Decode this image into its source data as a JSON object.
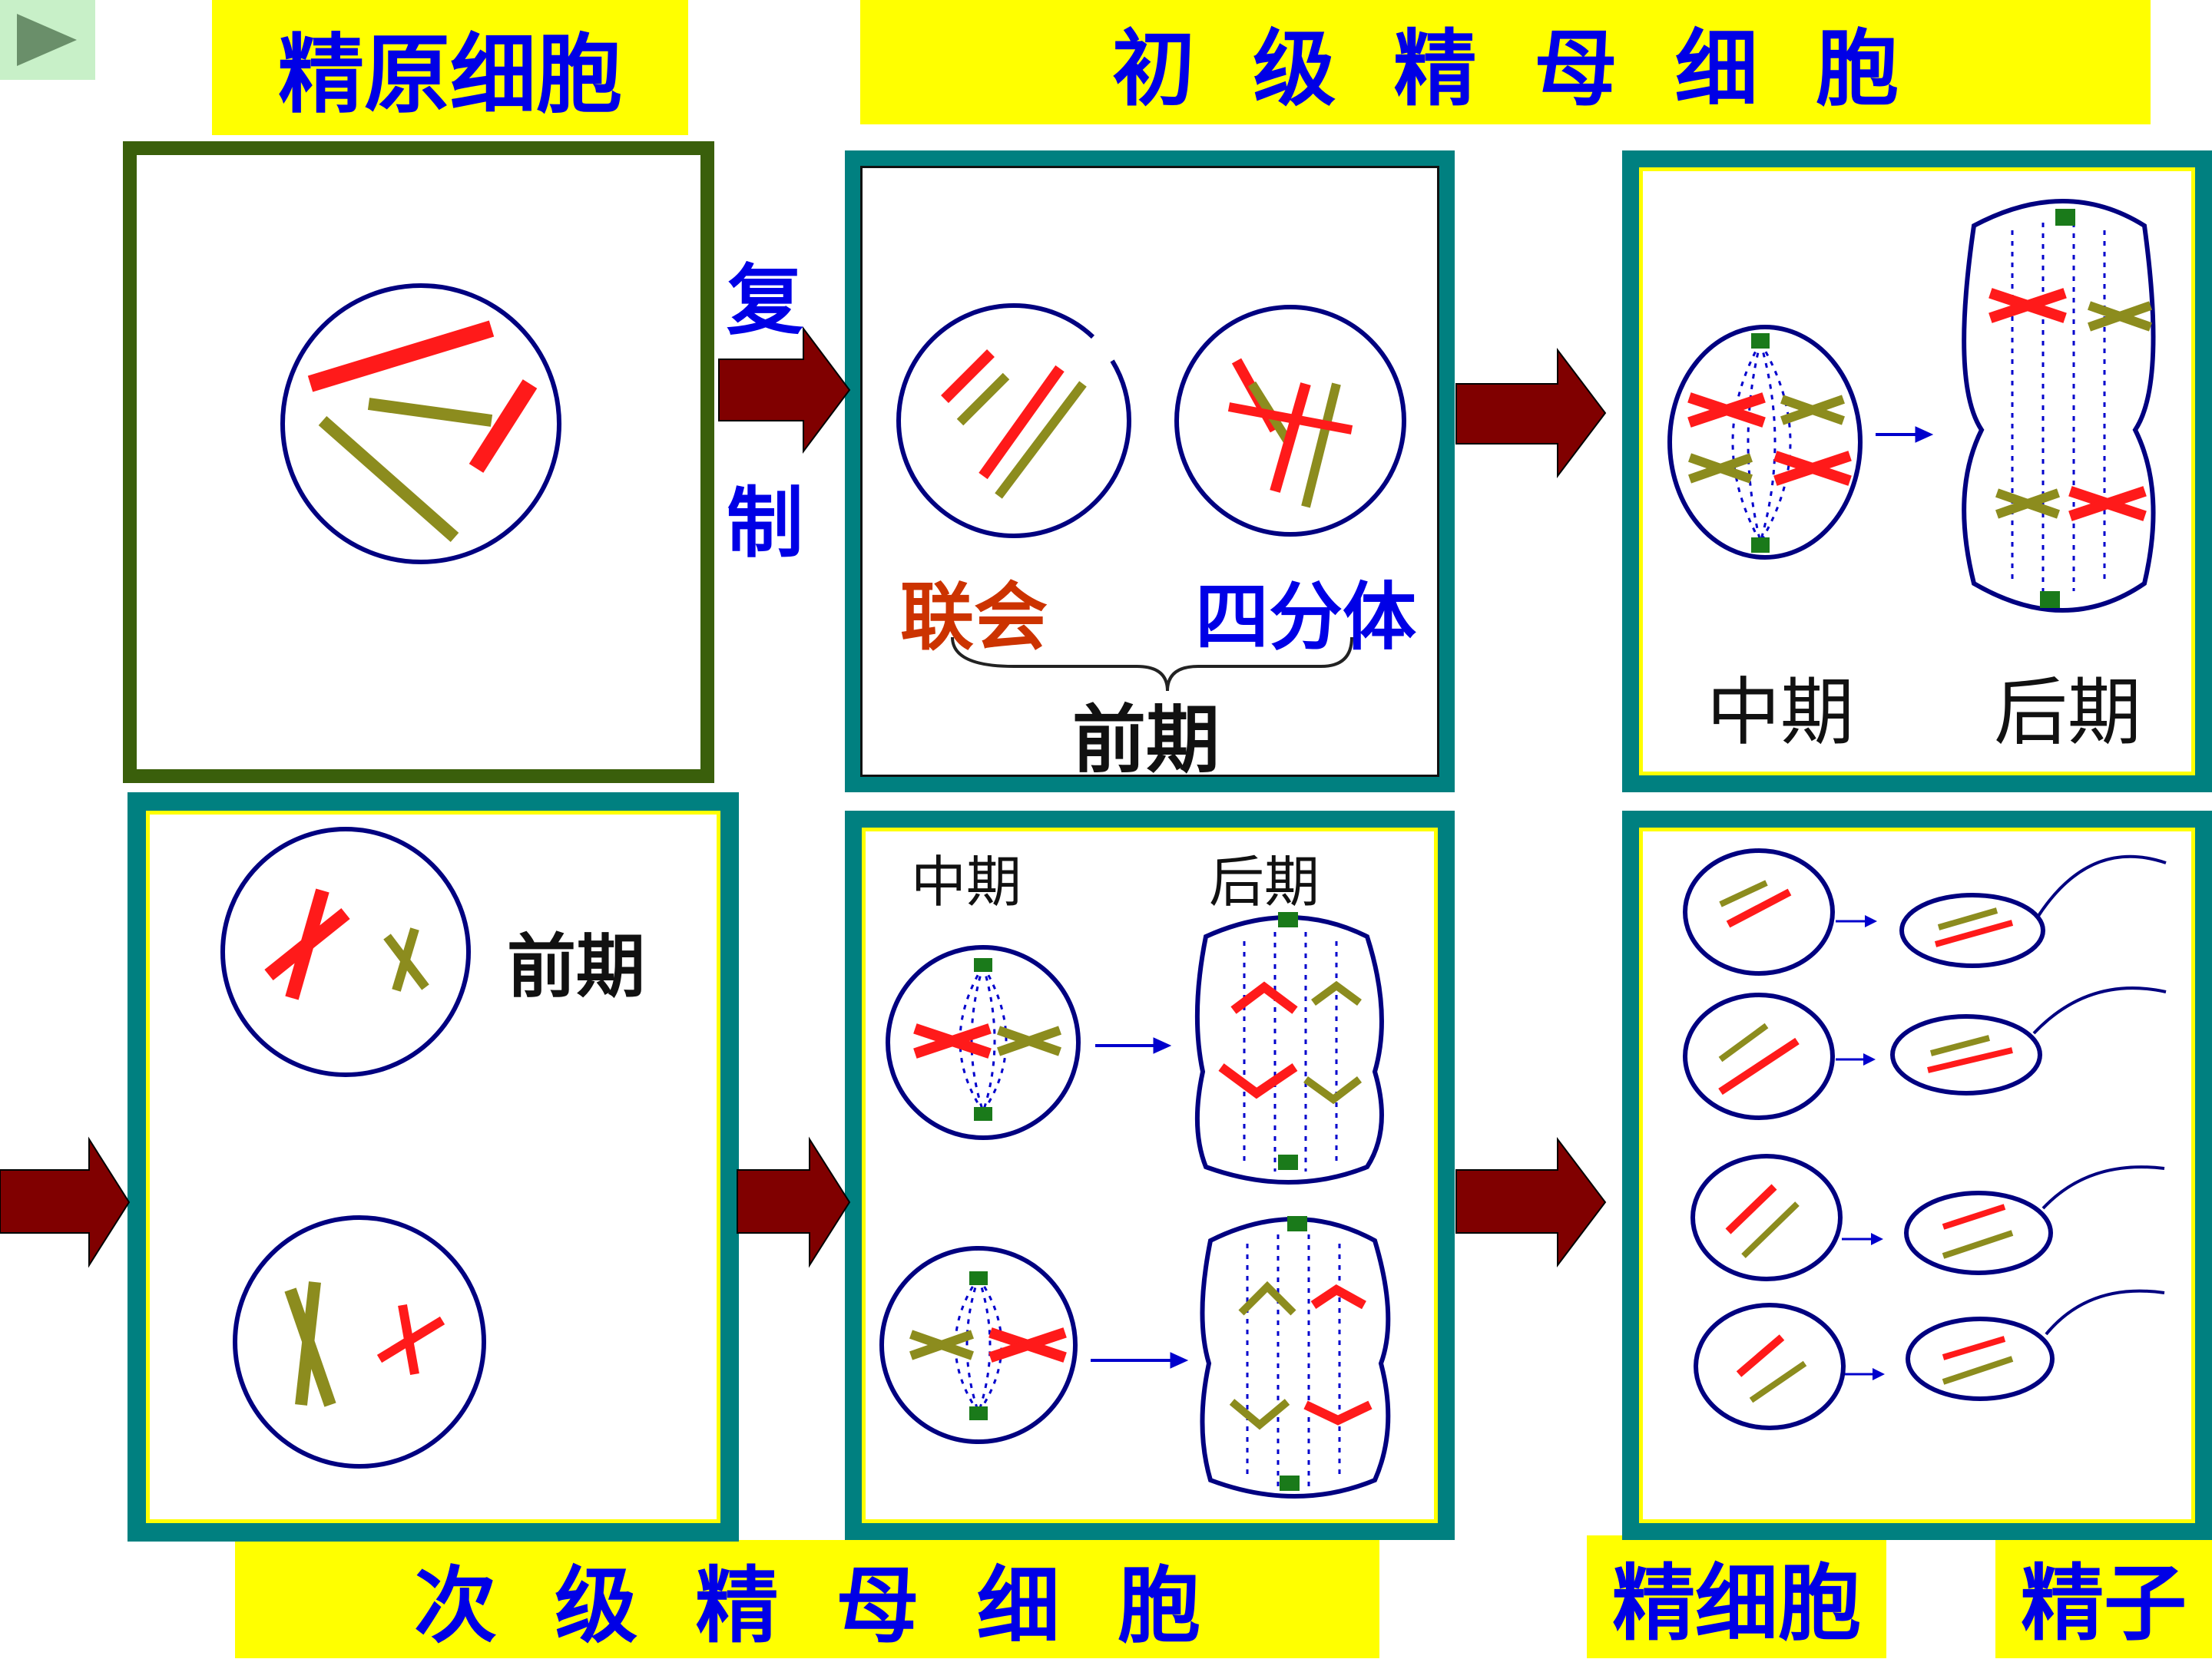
{
  "labels": {
    "spermatogonium": "精原细胞",
    "primary_spermatocyte": "初  级  精  母  细  胞",
    "secondary_spermatocyte": "次  级  精  母  细  胞",
    "spermatid": "精细胞",
    "sperm": "精子",
    "replication_top": "复",
    "replication_bottom": "制",
    "synapsis": "联会",
    "tetrad": "四分体",
    "prophase_1": "前期",
    "metaphase_1": "中期",
    "anaphase_1": "后期",
    "prophase_2": "前期",
    "metaphase_2": "中期",
    "anaphase_2": "后期"
  },
  "colors": {
    "label_bg": "#ffff00",
    "label_text": "#0000e6",
    "panel_dark_green": "#3a5f0b",
    "panel_teal": "#008080",
    "arrow": "#800000",
    "chromosome_red": "#ff1a1a",
    "chromosome_olive": "#8c8c1e",
    "cell_outline": "#000080",
    "centrosome": "#1a7a1a",
    "synapsis_text": "#cc3300"
  },
  "icons": {
    "play": "play-icon"
  }
}
